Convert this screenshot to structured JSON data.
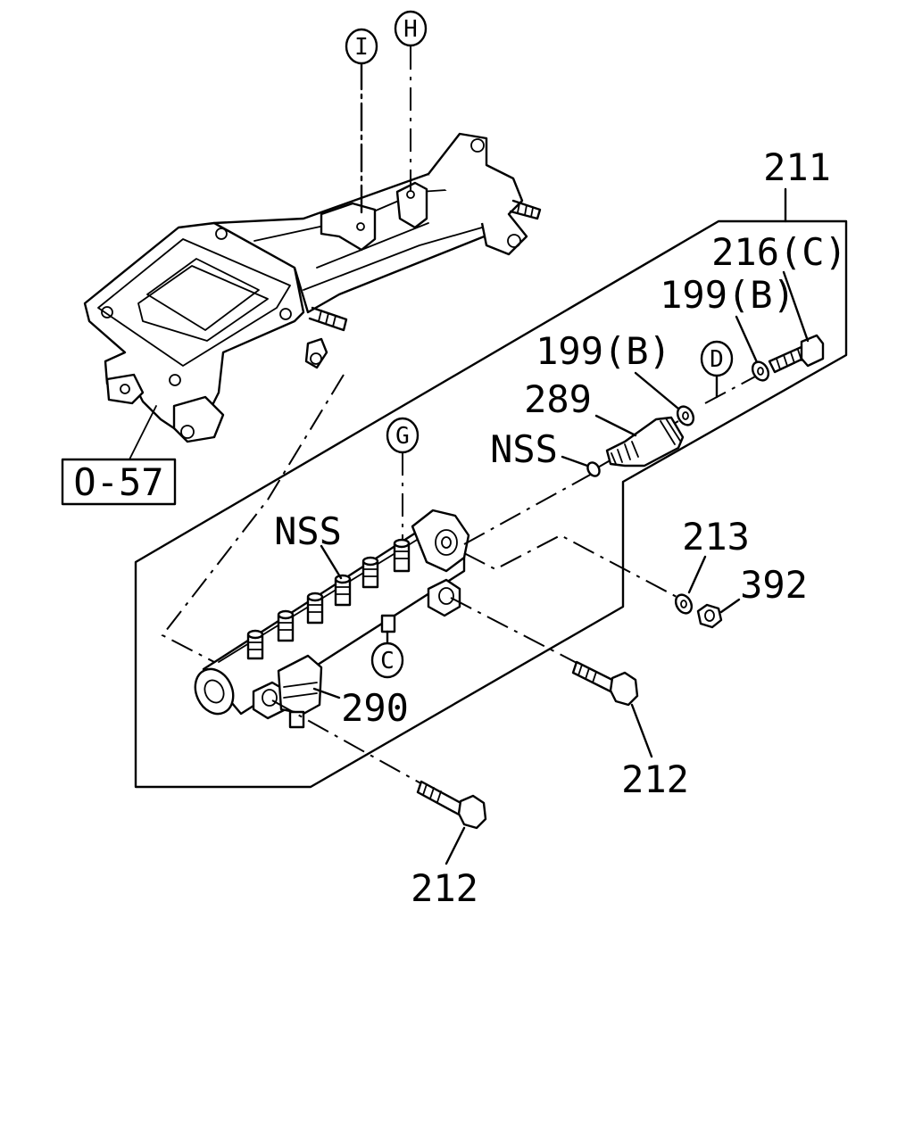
{
  "callouts": {
    "i": "I",
    "h": "H",
    "g": "G",
    "d": "D",
    "c": "C"
  },
  "labels": {
    "l211": "211",
    "l216c": "216(C)",
    "l199b_upper": "199(B)",
    "l199b_lower": "199(B)",
    "l289": "289",
    "nss_upper": "NSS",
    "nss_lower": "NSS",
    "l213": "213",
    "l392": "392",
    "l290": "290",
    "l212_right": "212",
    "l212_bottom": "212",
    "ref_box": "O-57"
  }
}
